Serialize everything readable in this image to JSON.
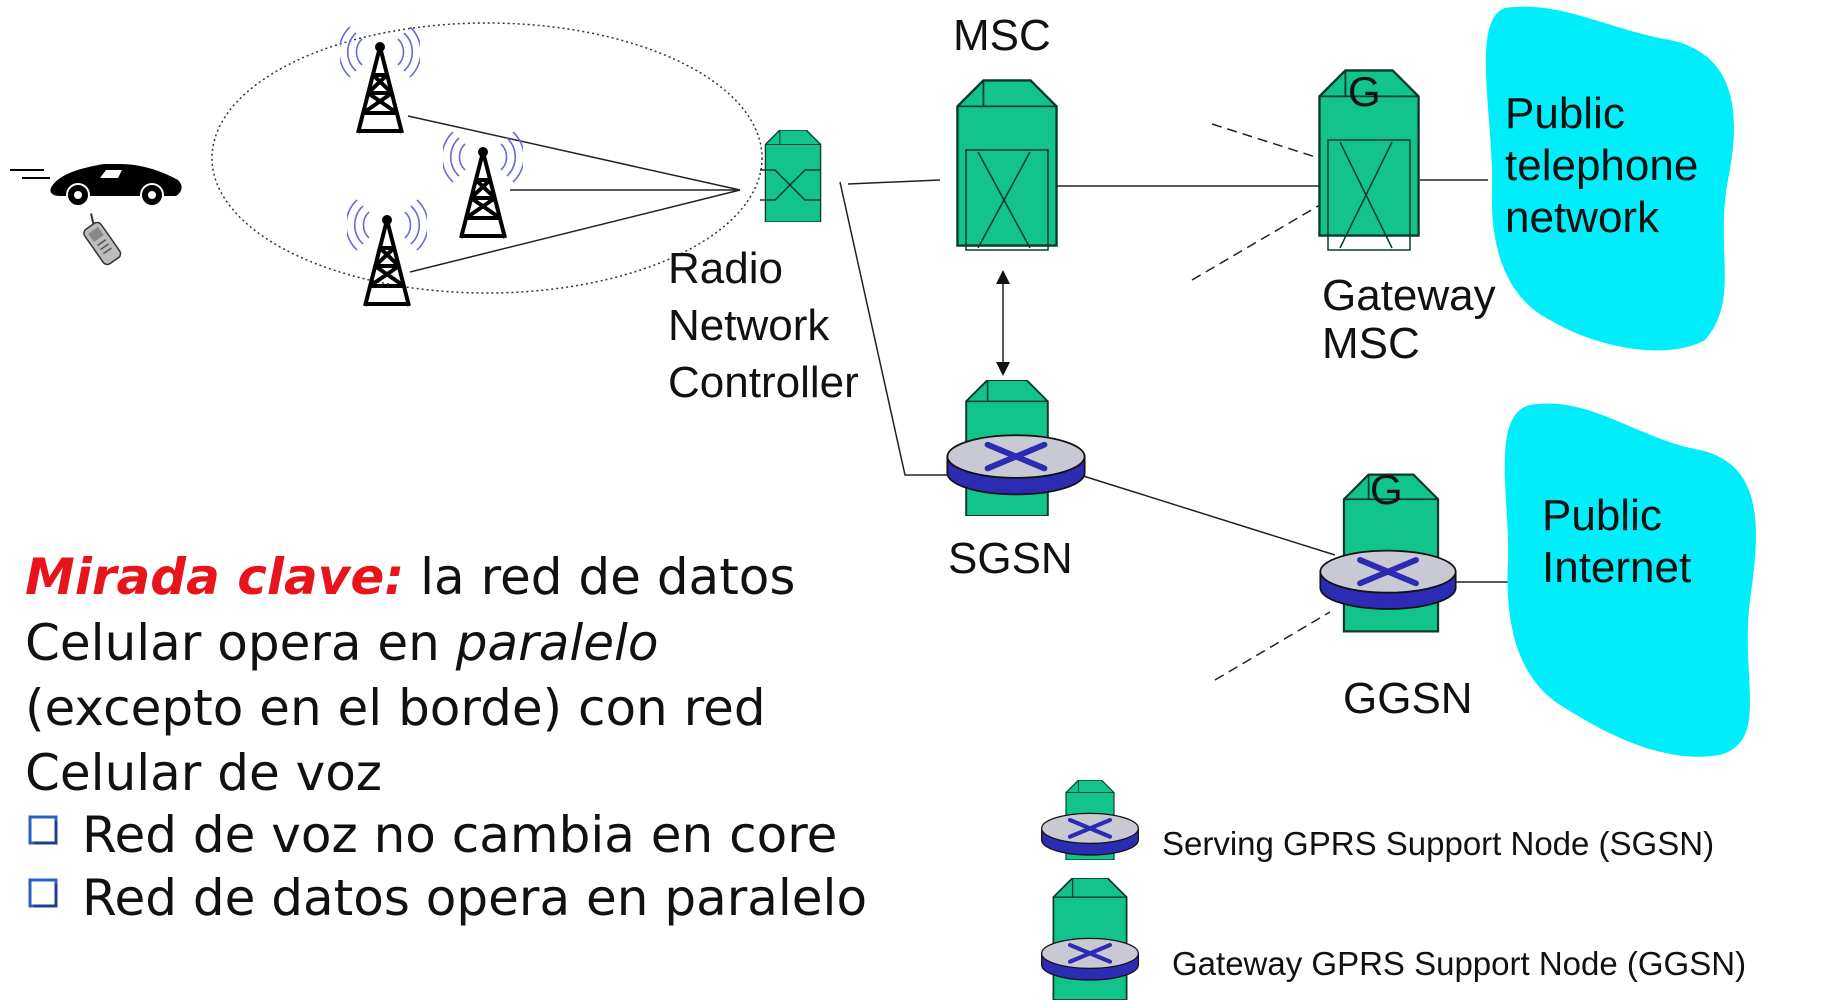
{
  "colors": {
    "node_green": "#12c48c",
    "cloud_cyan": "#00eefa",
    "router_blue": "#2b2bb3",
    "emphasis_red": "#e8141c",
    "bullet_blue": "#2a5fc6"
  },
  "icons": {
    "car": "car-icon",
    "phone": "cellphone-icon",
    "tower": "antenna-tower-icon",
    "switch": "switch-building-icon",
    "router": "router-icon"
  },
  "labels": {
    "msc": "MSC",
    "gateway_g": "G",
    "ggsn_g": "G",
    "rnc_line1": "Radio",
    "rnc_line2": "Network",
    "rnc_line3": "Controller",
    "gateway_msc_line1": "Gateway",
    "gateway_msc_line2": "MSC",
    "sgsn": "SGSN",
    "ggsn": "GGSN",
    "pstn_line1": "Public",
    "pstn_line2": "telephone",
    "pstn_line3": "network",
    "internet_line1": "Public",
    "internet_line2": "Internet"
  },
  "key_insight": {
    "emphasis": "Mirada clave:",
    "line1_rest": " la red de datos",
    "line2_start": "Celular opera en ",
    "line2_italic": "paralelo",
    "line3": "(excepto en el borde) con red",
    "line4": "Celular de voz",
    "bullets": [
      "Red de voz no cambia en core",
      "Red de datos opera en paralelo"
    ]
  },
  "legend": {
    "sgsn": "Serving GPRS Support Node (SGSN)",
    "ggsn": "Gateway GPRS Support Node (GGSN)"
  }
}
